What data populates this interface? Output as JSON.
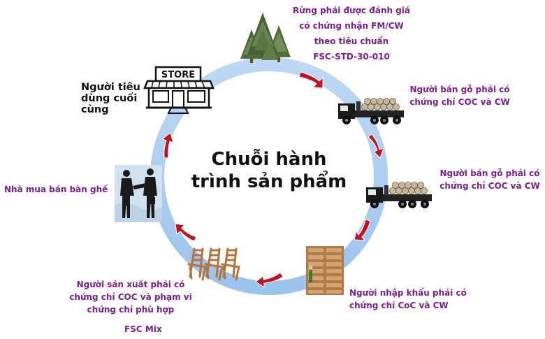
{
  "title": [
    "Chuỗi hành",
    "trình sản phẩm"
  ],
  "colors": {
    "ring": "#a9cdf0",
    "arrow": "#c1121f",
    "label": "#7b1f8e",
    "consumer": "#111111"
  },
  "nodes": {
    "forest": {
      "icon": "tree-icon",
      "lines": [
        "Rừng phải được đánh giá",
        "có chứng nhận  FM/CW",
        "theo tiêu chuẩn",
        "FSC-STD-30-010"
      ]
    },
    "timber_seller_1": {
      "icon": "log-truck-icon",
      "lines": [
        "Người bán gỗ phải có",
        "chứng chỉ COC và CW"
      ]
    },
    "timber_seller_2": {
      "icon": "log-truck-icon",
      "lines": [
        "Người bán gỗ phải có",
        "chứng chỉ COC và CW"
      ]
    },
    "importer": {
      "icon": "lumber-stack-icon",
      "lines": [
        "Người nhập khẩu phải có",
        "chứng chỉ CoC và CW"
      ]
    },
    "manufacturer": {
      "icon": "chairs-icon",
      "lines": [
        "Người sản xuất phải có",
        "chứng chỉ COC và phạm vi",
        "chứng chỉ phù hợp",
        "FSC Mix"
      ]
    },
    "furniture_buyer": {
      "icon": "handshake-icon",
      "lines": [
        "Nhà mua bán bàn ghế"
      ]
    },
    "consumer": {
      "icon": "store-icon",
      "sign": "STORE",
      "lines": [
        "Người tiêu",
        "dùng cuối",
        "cùng"
      ]
    }
  }
}
